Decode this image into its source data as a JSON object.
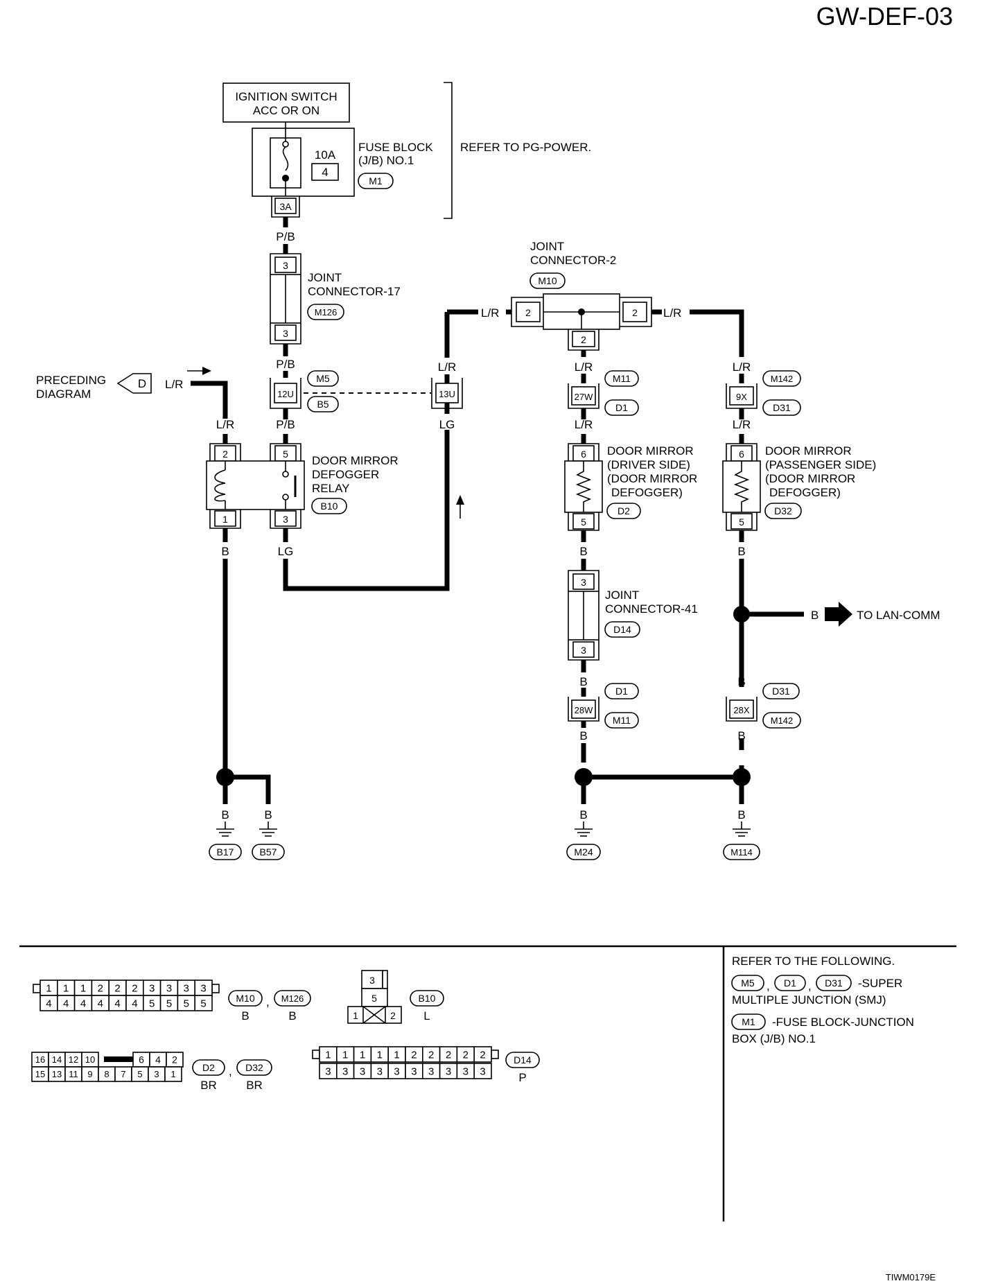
{
  "header": {
    "page_code": "GW-DEF-03"
  },
  "footer": {
    "figure_code": "TIWM0179E"
  },
  "power": {
    "ignition_switch": [
      "IGNITION SWITCH",
      "ACC OR ON"
    ],
    "fuse_amp": "10A",
    "fuse_no": "4",
    "fuse_block_label": [
      "FUSE BLOCK",
      "(J/B) NO.1"
    ],
    "fuse_block_conn": "M1",
    "fuse_terminal": "3A",
    "refer": "REFER TO PG-POWER."
  },
  "wire_colors": {
    "pb": "P/B",
    "lr": "L/R",
    "lg": "LG",
    "b": "B"
  },
  "joint17": {
    "label": [
      "JOINT",
      "CONNECTOR-17"
    ],
    "conn": "M126",
    "pin_top": "3",
    "pin_bottom": "3"
  },
  "joint2": {
    "label": [
      "JOINT",
      "CONNECTOR-2"
    ],
    "conn": "M10",
    "pin_left": "2",
    "pin_right": "2",
    "pin_bottom": "2"
  },
  "joint41": {
    "label": [
      "JOINT",
      "CONNECTOR-41"
    ],
    "conn": "D14",
    "pin_top": "3",
    "pin_bottom": "3"
  },
  "preceding": {
    "label": [
      "PRECEDING",
      "DIAGRAM"
    ],
    "symbol": "D"
  },
  "smj_m5": {
    "pin_left": "12U",
    "pin_right": "13U",
    "conn_top": "M5",
    "conn_bottom": "B5"
  },
  "relay": {
    "label": [
      "DOOR MIRROR",
      "DEFOGGER",
      "RELAY"
    ],
    "conn": "B10",
    "pin2": "2",
    "pin5": "5",
    "pin1": "1",
    "pin3": "3"
  },
  "driver_mirror": {
    "smj_pin": "27W",
    "smj_top": "M11",
    "smj_bottom": "D1",
    "label": [
      "DOOR MIRROR",
      "(DRIVER SIDE)",
      "(DOOR MIRROR",
      "DEFOGGER)"
    ],
    "conn": "D2",
    "pin_top": "6",
    "pin_bottom": "5",
    "gnd_smj_pin": "28W",
    "gnd_smj_top": "D1",
    "gnd_smj_bottom": "M11"
  },
  "passenger_mirror": {
    "smj_pin": "9X",
    "smj_top": "M142",
    "smj_bottom": "D31",
    "label": [
      "DOOR MIRROR",
      "(PASSENGER SIDE)",
      "(DOOR MIRROR",
      "DEFOGGER)"
    ],
    "conn": "D32",
    "pin_top": "6",
    "pin_bottom": "5",
    "gnd_smj_pin": "28X",
    "gnd_smj_top": "D31",
    "gnd_smj_bottom": "M142"
  },
  "lan": {
    "label": "TO LAN-COMM"
  },
  "grounds": [
    "B17",
    "B57",
    "M24",
    "M114"
  ],
  "connectors": {
    "m10_top": [
      "1",
      "1",
      "1",
      "2",
      "2",
      "2",
      "3",
      "3",
      "3",
      "3"
    ],
    "m10_bottom": [
      "4",
      "4",
      "4",
      "4",
      "4",
      "4",
      "5",
      "5",
      "5",
      "5"
    ],
    "m10_names": [
      "M10",
      "M126"
    ],
    "m10_colors": [
      "B",
      "B"
    ],
    "b10_name": "B10",
    "b10_color": "L",
    "b10_pins": [
      "3",
      "5",
      "1",
      "2"
    ],
    "d2_top": [
      "16",
      "14",
      "12",
      "10",
      "6",
      "4",
      "2"
    ],
    "d2_bottom": [
      "15",
      "13",
      "11",
      "9",
      "8",
      "7",
      "5",
      "3",
      "1"
    ],
    "d2_names": [
      "D2",
      "D32"
    ],
    "d2_colors": [
      "BR",
      "BR"
    ],
    "d14_top": [
      "1",
      "1",
      "1",
      "1",
      "1",
      "2",
      "2",
      "2",
      "2",
      "2"
    ],
    "d14_bottom": [
      "3",
      "3",
      "3",
      "3",
      "3",
      "3",
      "3",
      "3",
      "3",
      "3"
    ],
    "d14_name": "D14",
    "d14_color": "P"
  },
  "notes": {
    "heading": "REFER TO THE FOLLOWING.",
    "smj_conns": [
      "M5",
      "D1",
      "D31"
    ],
    "smj_text": [
      "-SUPER",
      "MULTIPLE JUNCTION (SMJ)"
    ],
    "fb_conn": "M1",
    "fb_text": [
      "-FUSE BLOCK-JUNCTION",
      "BOX (J/B) NO.1"
    ]
  }
}
